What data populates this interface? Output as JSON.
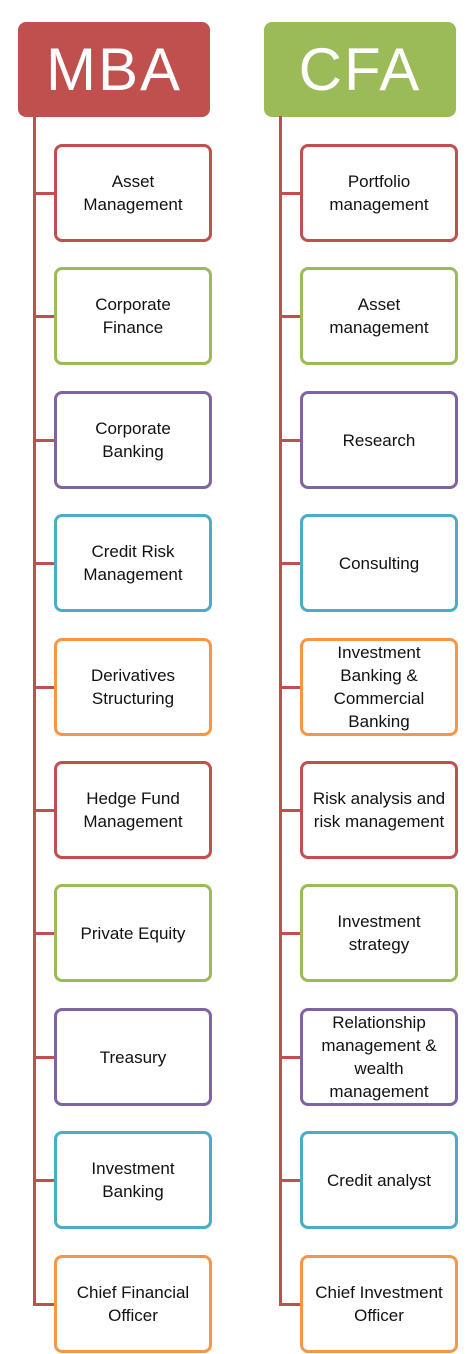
{
  "colors": {
    "red": "#c0504d",
    "green": "#9bbb59",
    "purple": "#8064a2",
    "blue": "#4bacc6",
    "orange": "#f79646"
  },
  "mba": {
    "title": "MBA",
    "header_color": "red",
    "items": [
      {
        "label": "Asset Management",
        "color": "red"
      },
      {
        "label": "Corporate Finance",
        "color": "green"
      },
      {
        "label": "Corporate Banking",
        "color": "purple"
      },
      {
        "label": "Credit Risk Management",
        "color": "blue"
      },
      {
        "label": "Derivatives Structuring",
        "color": "orange"
      },
      {
        "label": "Hedge Fund Management",
        "color": "red"
      },
      {
        "label": "Private Equity",
        "color": "green"
      },
      {
        "label": "Treasury",
        "color": "purple"
      },
      {
        "label": "Investment Banking",
        "color": "blue"
      },
      {
        "label": "Chief Financial Officer",
        "color": "orange"
      }
    ]
  },
  "cfa": {
    "title": "CFA",
    "header_color": "green",
    "items": [
      {
        "label": "Portfolio management",
        "color": "red"
      },
      {
        "label": "Asset management",
        "color": "green"
      },
      {
        "label": "Research",
        "color": "purple"
      },
      {
        "label": "Consulting",
        "color": "blue"
      },
      {
        "label": "Investment Banking & Commercial Banking",
        "color": "orange"
      },
      {
        "label": "Risk analysis and risk management",
        "color": "red"
      },
      {
        "label": "Investment strategy",
        "color": "green"
      },
      {
        "label": "Relationship management & wealth management",
        "color": "purple"
      },
      {
        "label": "Credit analyst",
        "color": "blue"
      },
      {
        "label": "Chief Investment Officer",
        "color": "orange"
      }
    ]
  }
}
